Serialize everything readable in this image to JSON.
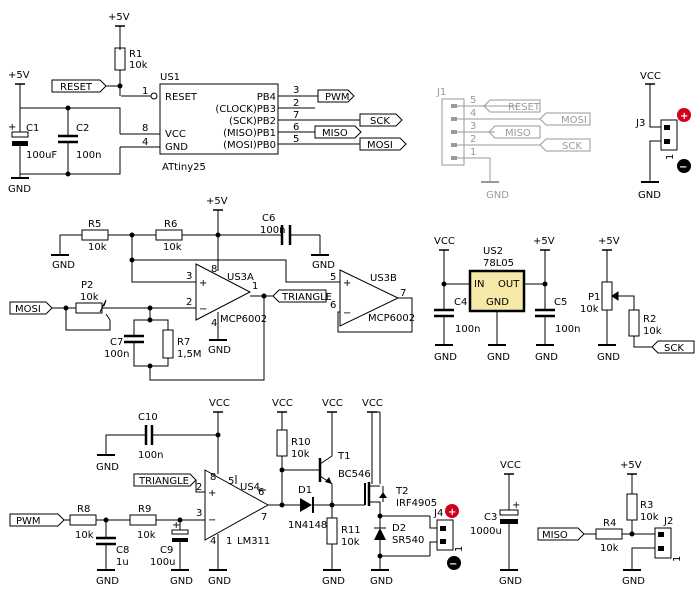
{
  "supplies": {
    "v5": "+5V",
    "vcc": "VCC",
    "gnd": "GND"
  },
  "us1": {
    "ref": "US1",
    "part": "ATtiny25",
    "pins_left": [
      {
        "num": "1",
        "name": "RESET"
      },
      {
        "num": "8",
        "name": "VCC"
      },
      {
        "num": "4",
        "name": "GND"
      }
    ],
    "pins_right": [
      {
        "num": "3",
        "name": "PB4"
      },
      {
        "num": "2",
        "name": "(CLOCK)PB3"
      },
      {
        "num": "7",
        "name": "(SCK)PB2"
      },
      {
        "num": "6",
        "name": "(MISO)PB1"
      },
      {
        "num": "5",
        "name": "(MOSI)PB0"
      }
    ]
  },
  "nets": {
    "reset": "RESET",
    "pwm": "PWM",
    "sck": "SCK",
    "miso": "MISO",
    "mosi": "MOSI",
    "triangle": "TRIANGLE"
  },
  "components": {
    "r1": {
      "ref": "R1",
      "value": "10k"
    },
    "c1": {
      "ref": "C1",
      "value": "100uF"
    },
    "c2": {
      "ref": "C2",
      "value": "100n"
    },
    "r5": {
      "ref": "R5",
      "value": "10k"
    },
    "r6": {
      "ref": "R6",
      "value": "10k"
    },
    "c6": {
      "ref": "C6",
      "value": "100n"
    },
    "p2": {
      "ref": "P2",
      "value": "10k"
    },
    "c7": {
      "ref": "C7",
      "value": "100n"
    },
    "r7": {
      "ref": "R7",
      "value": "1,5M"
    },
    "us3a": {
      "ref": "US3A",
      "part": "MCP6002",
      "pins": [
        "3",
        "2",
        "1",
        "8",
        "4"
      ]
    },
    "us3b": {
      "ref": "US3B",
      "part": "MCP6002",
      "pins": [
        "5",
        "6",
        "7"
      ]
    },
    "us2": {
      "ref": "US2",
      "part": "78L05",
      "in": "IN",
      "out": "OUT",
      "gnd": "GND"
    },
    "c4": {
      "ref": "C4",
      "value": "100n"
    },
    "c5": {
      "ref": "C5",
      "value": "100n"
    },
    "p1": {
      "ref": "P1",
      "value": "10k"
    },
    "r2": {
      "ref": "R2",
      "value": "10k"
    },
    "c10": {
      "ref": "C10",
      "value": "100n"
    },
    "r8": {
      "ref": "R8",
      "value": "10k"
    },
    "r9": {
      "ref": "R9",
      "value": "10k"
    },
    "c8": {
      "ref": "C8",
      "value": "1u"
    },
    "c9": {
      "ref": "C9",
      "value": "100u"
    },
    "us4": {
      "ref": "US4",
      "part": "LM311",
      "pins": [
        "2",
        "3",
        "5",
        "6",
        "8",
        "7",
        "4",
        "1"
      ]
    },
    "r10": {
      "ref": "R10",
      "value": "10k"
    },
    "t1": {
      "ref": "T1",
      "part": "BC546"
    },
    "d1": {
      "ref": "D1",
      "part": "1N4148"
    },
    "r11": {
      "ref": "R11",
      "value": "10k"
    },
    "t2": {
      "ref": "T2",
      "part": "IRF4905"
    },
    "d2": {
      "ref": "D2",
      "part": "SR540"
    },
    "j4": {
      "ref": "J4",
      "pin": "1"
    },
    "c3": {
      "ref": "C3",
      "value": "1000u"
    },
    "r3": {
      "ref": "R3",
      "value": "10k"
    },
    "r4": {
      "ref": "R4",
      "value": "10k"
    },
    "j2": {
      "ref": "J2",
      "pin": "1"
    },
    "j3": {
      "ref": "J3",
      "pin": "1"
    },
    "j1": {
      "ref": "J1",
      "pins": [
        "5",
        "4",
        "3",
        "2",
        "1"
      ],
      "signals": [
        "RESET",
        "MOSI",
        "MISO",
        "SCK"
      ]
    }
  },
  "symbols": {
    "plus": "+",
    "minus": "−",
    "polarity_plus": "+",
    "polarity_minus": "−"
  }
}
